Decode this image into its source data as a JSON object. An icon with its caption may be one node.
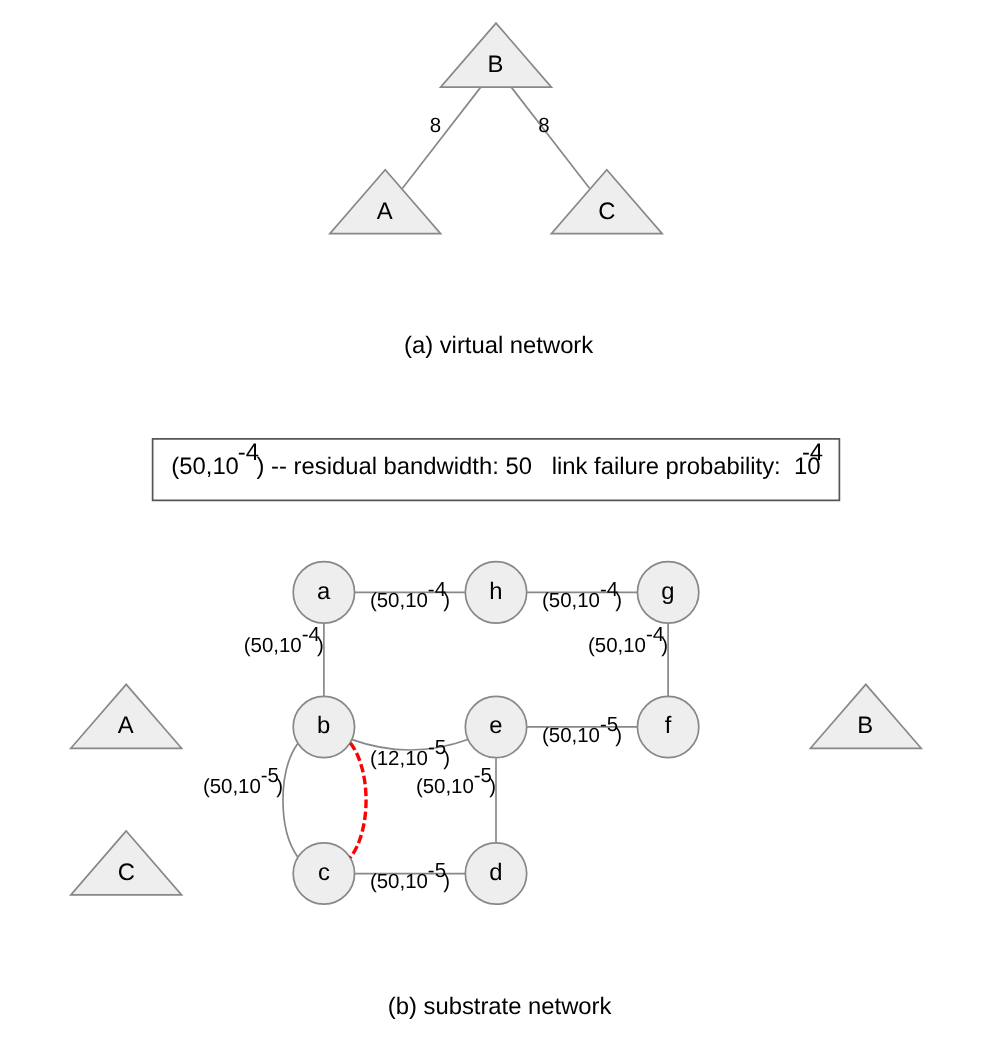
{
  "diagram": {
    "nodes": [
      {
        "text": [
          "B"
        ]
      },
      {
        "text": [
          "A"
        ]
      },
      {
        "text": [
          "C"
        ]
      },
      {
        "text": [
          "(50,10$^{-4}$) -- residual bandwidth: 50   link failure probability:  10$^{-4}$"
        ]
      },
      {
        "text": [
          "a"
        ]
      },
      {
        "text": [
          "h"
        ]
      },
      {
        "text": [
          "g"
        ]
      },
      {
        "text": [
          "A"
        ]
      },
      {
        "text": [
          "b"
        ]
      },
      {
        "text": [
          "e"
        ]
      },
      {
        "text": [
          "f"
        ]
      },
      {
        "text": [
          "B"
        ]
      },
      {
        "text": [
          "C"
        ]
      },
      {
        "text": [
          "c"
        ]
      },
      {
        "text": [
          "d"
        ]
      }
    ],
    "edges": [
      {
        "from": 1,
        "to": 0,
        "arrow": "none",
        "label": "8"
      },
      {
        "from": 0,
        "to": 2,
        "arrow": "none",
        "label": "8"
      },
      {
        "from": 4,
        "to": 5,
        "arrow": "none",
        "label": "(50,10$^{-4}$)"
      },
      {
        "from": 4,
        "to": 8,
        "arrow": "none",
        "label": "(50,10$^{-4}$)"
      },
      {
        "from": 5,
        "to": 6,
        "arrow": "none",
        "label": "(50,10$^{-4}$)"
      },
      {
        "from": 6,
        "to": 10,
        "arrow": "none",
        "label": "(50,10$^{-4}$)"
      },
      {
        "from": 8,
        "to": 9,
        "arrow": "none",
        "label": "(12,10$^{-5}$)"
      },
      {
        "from": 8,
        "to": 13,
        "arrow": "none",
        "label": "(50,10$^{-5}$)"
      },
      {
        "from": 9,
        "to": 10,
        "arrow": "none",
        "label": "(50,10$^{-5}$)"
      },
      {
        "from": 9,
        "to": 14,
        "arrow": "none",
        "label": "(50,10$^{-5}$)"
      },
      {
        "from": 13,
        "to": 14,
        "arrow": "none",
        "label": "(50,10$^{-5}$)"
      },
      {
        "from": 8,
        "to": 13,
        "arrow": "none",
        "style": "dashed",
        "color": "#ff0000"
      }
    ],
    "labels": [
      "(a) virtual network",
      "(b) substrate network"
    ]
  }
}
